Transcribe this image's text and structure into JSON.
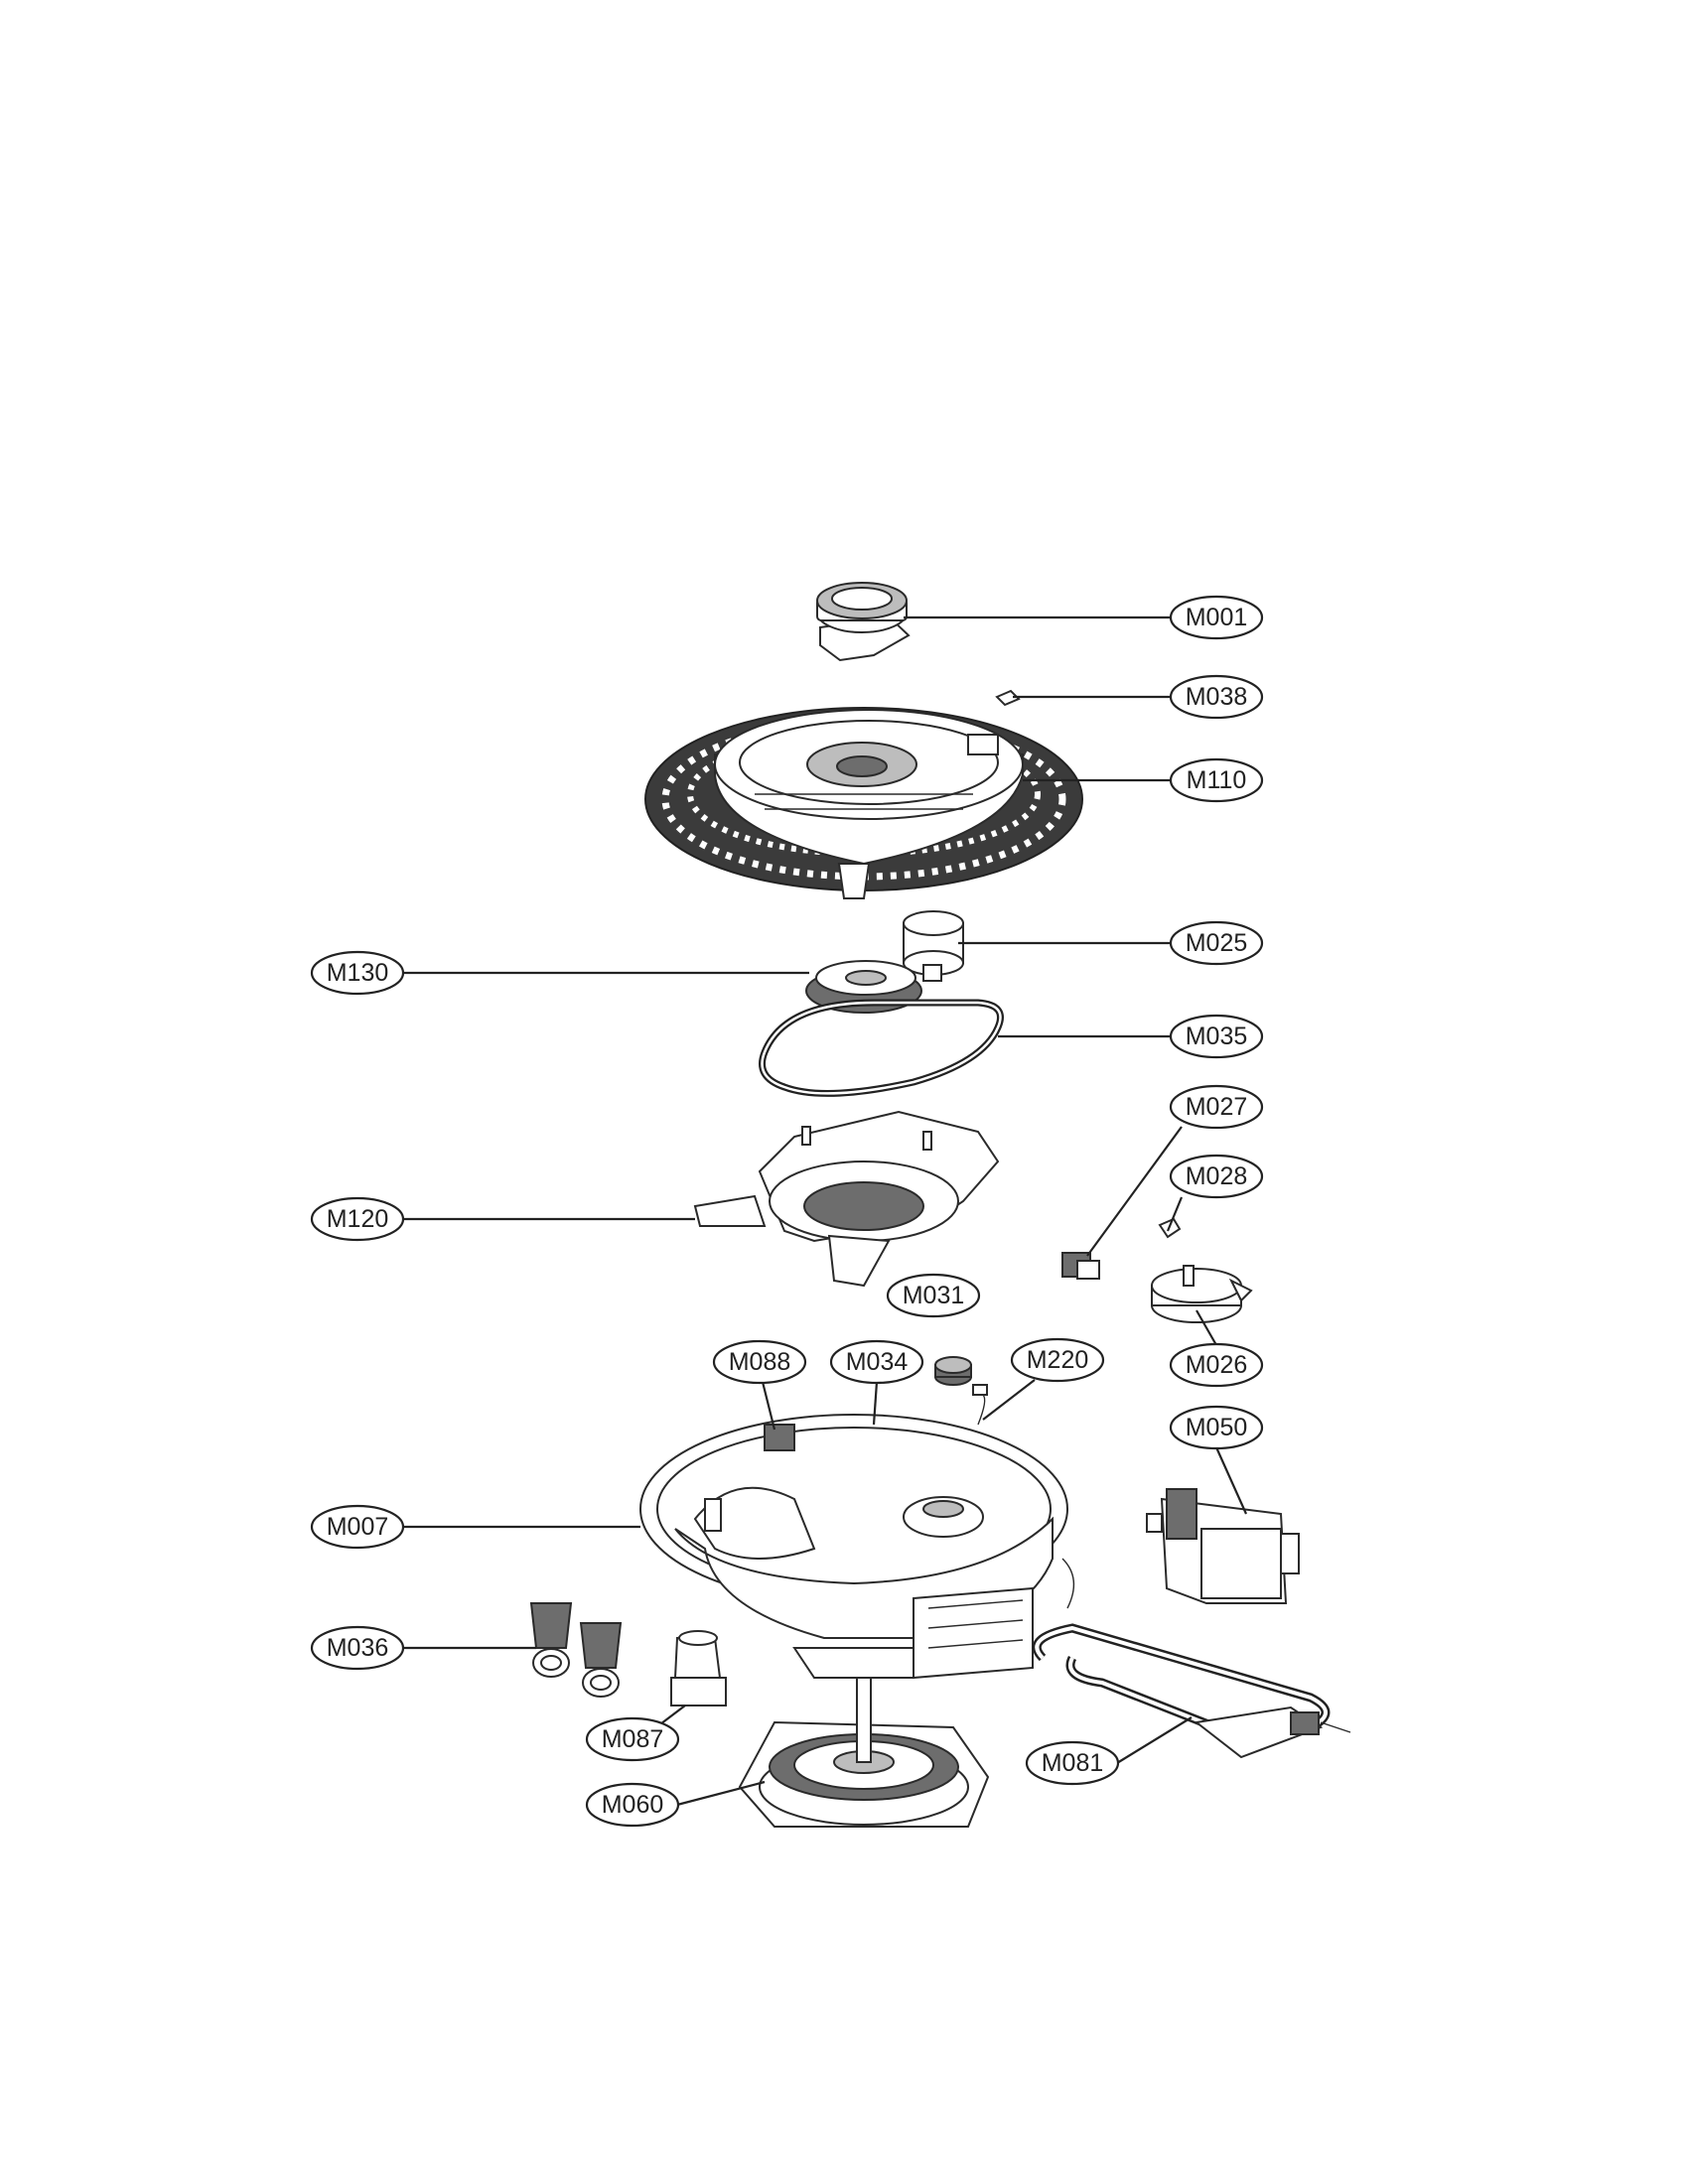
{
  "diagram": {
    "labels": [
      {
        "id": "M001"
      },
      {
        "id": "M038"
      },
      {
        "id": "M110"
      },
      {
        "id": "M025"
      },
      {
        "id": "M130"
      },
      {
        "id": "M035"
      },
      {
        "id": "M027"
      },
      {
        "id": "M028"
      },
      {
        "id": "M120"
      },
      {
        "id": "M031"
      },
      {
        "id": "M026"
      },
      {
        "id": "M088"
      },
      {
        "id": "M034"
      },
      {
        "id": "M220"
      },
      {
        "id": "M050"
      },
      {
        "id": "M007"
      },
      {
        "id": "M036"
      },
      {
        "id": "M087"
      },
      {
        "id": "M081"
      },
      {
        "id": "M060"
      }
    ]
  }
}
